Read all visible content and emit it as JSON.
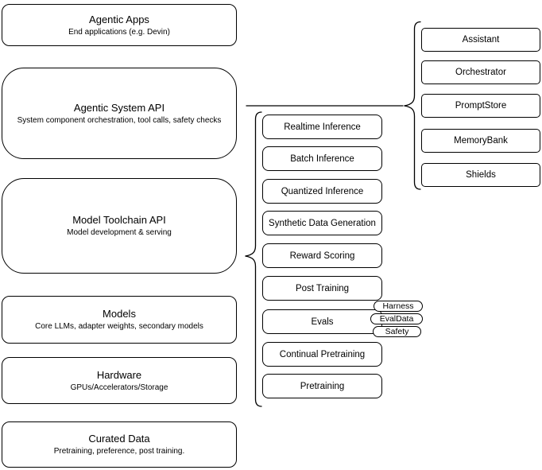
{
  "diagram": {
    "colors": {
      "stroke": "#000000",
      "background": "#ffffff",
      "text": "#000000"
    },
    "left_stack": [
      {
        "title": "Agentic Apps",
        "subtitle": "End applications (e.g. Devin)"
      },
      {
        "title": "Agentic System API",
        "subtitle": "System component orchestration, tool calls, safety checks"
      },
      {
        "title": "Model Toolchain API",
        "subtitle": "Model development & serving"
      },
      {
        "title": "Models",
        "subtitle": "Core LLMs, adapter weights, secondary models"
      },
      {
        "title": "Hardware",
        "subtitle": "GPUs/Accelerators/Storage"
      },
      {
        "title": "Curated Data",
        "subtitle": "Pretraining, preference, post training."
      }
    ],
    "toolchain_items": [
      "Realtime Inference",
      "Batch Inference",
      "Quantized Inference",
      "Synthetic Data Generation",
      "Reward Scoring",
      "Post Training",
      "Evals",
      "Continual Pretraining",
      "Pretraining"
    ],
    "eval_tags": [
      "Harness",
      "EvalData",
      "Safety"
    ],
    "system_components": [
      "Assistant",
      "Orchestrator",
      "PromptStore",
      "MemoryBank",
      "Shields"
    ]
  }
}
